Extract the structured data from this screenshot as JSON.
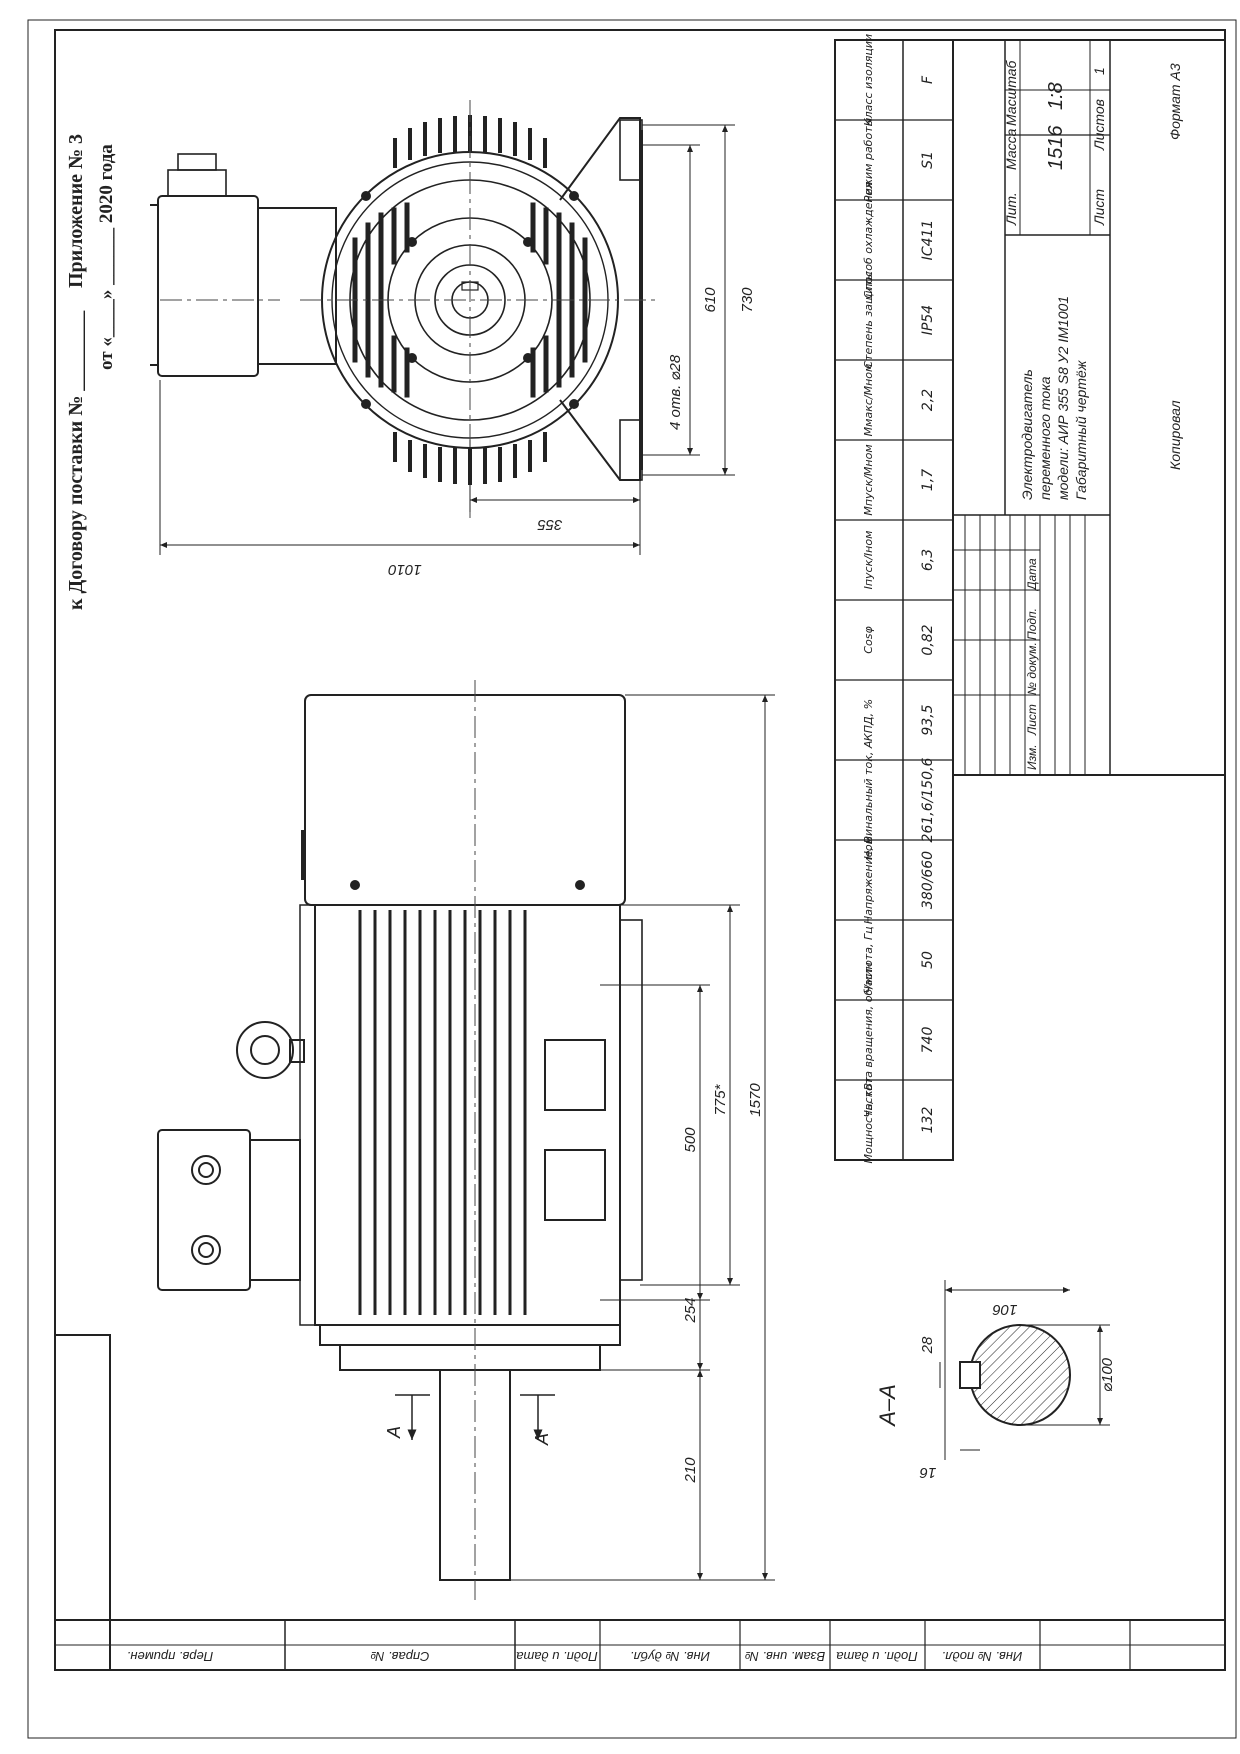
{
  "header": {
    "annex": "Приложение № 3",
    "date_line": "от «____» ______ 2020 года",
    "contract": "к Договору поставки № ________"
  },
  "dimensions": {
    "d1010": "1010",
    "d355": "355",
    "d610": "610",
    "d730": "730",
    "holes": "4 отв. ⌀28",
    "d500": "500",
    "d775": "775*",
    "d1570": "1570",
    "d254": "254",
    "d210": "210",
    "section_a_left": "А",
    "section_a_right": "А",
    "section_label": "А–А",
    "d106": "106",
    "d28": "28",
    "d100": "⌀100",
    "d16": "16"
  },
  "spec_table": {
    "headers": [
      "Мощность, кВт",
      "Частота вращения, об/мин",
      "Частота, Гц",
      "Напряжение, В",
      "Номинальный ток, А",
      "КПД, %",
      "Cosφ",
      "Iпуск/Iном",
      "Мпуск/Мном",
      "Ммакс/Мном",
      "Степень защиты",
      "Способ охлаждения",
      "Режим работы",
      "Класс изоляции"
    ],
    "values": [
      "132",
      "740",
      "50",
      "380/660",
      "261,6/150,6",
      "93,5",
      "0,82",
      "6,3",
      "1,7",
      "2,2",
      "IP54",
      "IC411",
      "S1",
      "F"
    ]
  },
  "title_block": {
    "title_line1": "Электродвигатель",
    "title_line2": "переменного тока",
    "title_line3": "модели: АИР 355 S8 У2 IM1001",
    "title_line4": "Габаритный чертёж",
    "lit_label": "Лит.",
    "mass_label": "Масса",
    "scale_label": "Масштаб",
    "mass": "1516",
    "scale": "1:8",
    "sheet_label": "Лист",
    "sheets_label": "Листов",
    "sheets": "1",
    "rev_labels": [
      "Изм.",
      "Лист",
      "№ докум.",
      "Подп.",
      "Дата"
    ],
    "copied": "Копировал",
    "format": "Формат А3"
  },
  "side_stamp": {
    "cells": [
      "Перв. примен.",
      "Справ. №",
      "Подп. и дата",
      "Инв. № дубл.",
      "Взам. инв. №",
      "Подп. и дата",
      "Инв. № подл."
    ]
  }
}
